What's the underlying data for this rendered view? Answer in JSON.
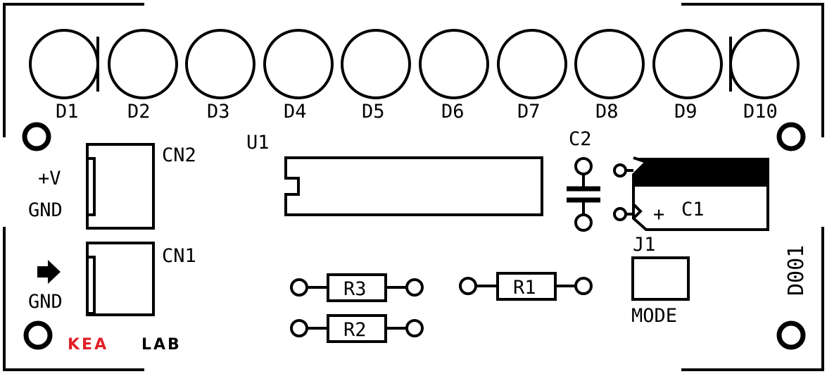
{
  "board": {
    "id": "D001",
    "brand": {
      "part1": "KEA",
      "part2": "LAB",
      "color1": "#e21f26",
      "color2": "#000000"
    }
  },
  "leds": [
    "D1",
    "D2",
    "D3",
    "D4",
    "D5",
    "D6",
    "D7",
    "D8",
    "D9",
    "D10"
  ],
  "ic": {
    "label": "U1"
  },
  "connectors": {
    "cn2": {
      "label": "CN2",
      "pin1": "+V",
      "pin2": "GND"
    },
    "cn1": {
      "label": "CN1",
      "pin2": "GND",
      "pin1_icon": "arrow-right-icon"
    }
  },
  "capacitors": {
    "c1": {
      "label": "C1",
      "polarity": "+"
    },
    "c2": {
      "label": "C2"
    }
  },
  "resistors": {
    "r1": "R1",
    "r2": "R2",
    "r3": "R3"
  },
  "jumper": {
    "label": "J1",
    "function": "MODE"
  }
}
